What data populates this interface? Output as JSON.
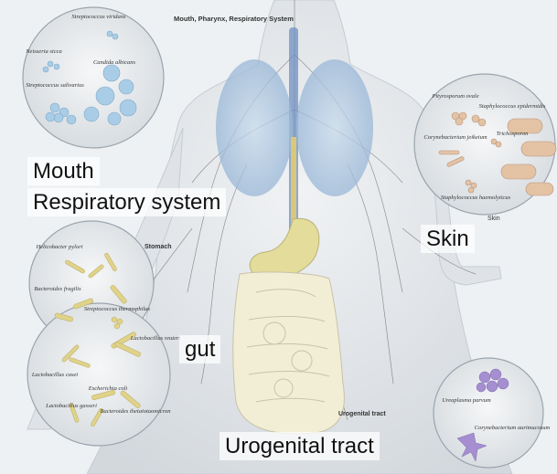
{
  "colors": {
    "background": "#eef1f3",
    "body_tissue": "#e2e6ea",
    "nerves": "#4a4a4a",
    "lungs": "#a9c4de",
    "gut": "#f2eed6",
    "stomach": "#e3dc9a",
    "skin_bacteria": "#e3c3a4",
    "gut_bacteria": "#e0d389",
    "respiratory_bacteria": "#a9cde6",
    "urogenital_bacteria": "#a58fd0"
  },
  "captions": {
    "mouth": "Mouth",
    "respiratory": "Respiratory system",
    "skin": "Skin",
    "gut": "gut",
    "urogenital": "Urogenital tract"
  },
  "headings": {
    "mouth_pharynx": "Mouth, Pharynx, Respiratory System",
    "stomach": "Stomach",
    "skin": "Skin",
    "urogenital": "Urogenital tract"
  },
  "respiratory_species": {
    "strep_viridans": "Streptococcus viridans",
    "neisseria": "Neisseria sicca",
    "candida": "Candida albicans",
    "strep_salivarius": "Streptococcus salivarius"
  },
  "skin_species": {
    "pityrosporum": "Pityrosporum ovale",
    "staph_epidermidis": "Staphylococcus epidermidis",
    "corynebacterium": "Corynebacterium jeikeium",
    "trichosporon": "Trichosporon",
    "staph_haemolyticus": "Staphylococcus haemolyticus"
  },
  "gut_species": {
    "helicobacter": "Helicobacter pylori",
    "bacteroides_fragilis": "Bacteroides fragilis",
    "strep_thermophilus": "Streptococcus thermophilus",
    "lactobacillus_reuteri": "Lactobacillus reuteri",
    "lactobacillus_casei": "Lactobacillus casei",
    "escherichia": "Escherichia coli",
    "lactobacillus_gasseri": "Lactobacillus gasseri",
    "bacteroides_theta": "Bacteroides thetaiotaomicron"
  },
  "urogenital_species": {
    "ureaplasma": "Ureaplasma parvum",
    "corynebacterium_aurim": "Corynebacterium aurimucosum"
  }
}
